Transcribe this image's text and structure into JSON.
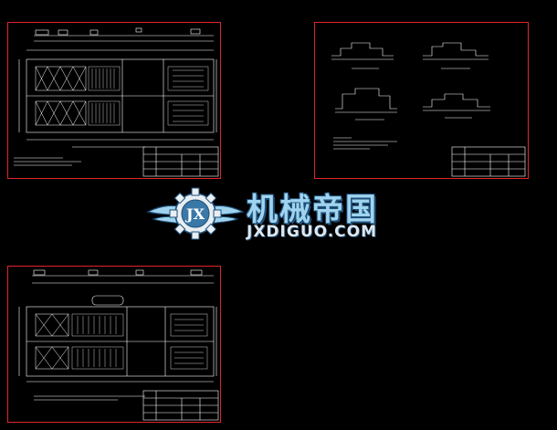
{
  "watermark": {
    "title": "机械帝国",
    "subtitle": "JXDIGUO.COM",
    "badge": "JX",
    "colors": {
      "primary": "#9fd3ee",
      "outline": "#1e4f78"
    }
  },
  "sheets": [
    {
      "name": "drawing-sheet-top-left"
    },
    {
      "name": "drawing-sheet-top-right"
    },
    {
      "name": "drawing-sheet-bottom-left"
    }
  ],
  "colors": {
    "background": "#000000",
    "sheet_border": "#e0242a",
    "line": "#ffffff"
  }
}
